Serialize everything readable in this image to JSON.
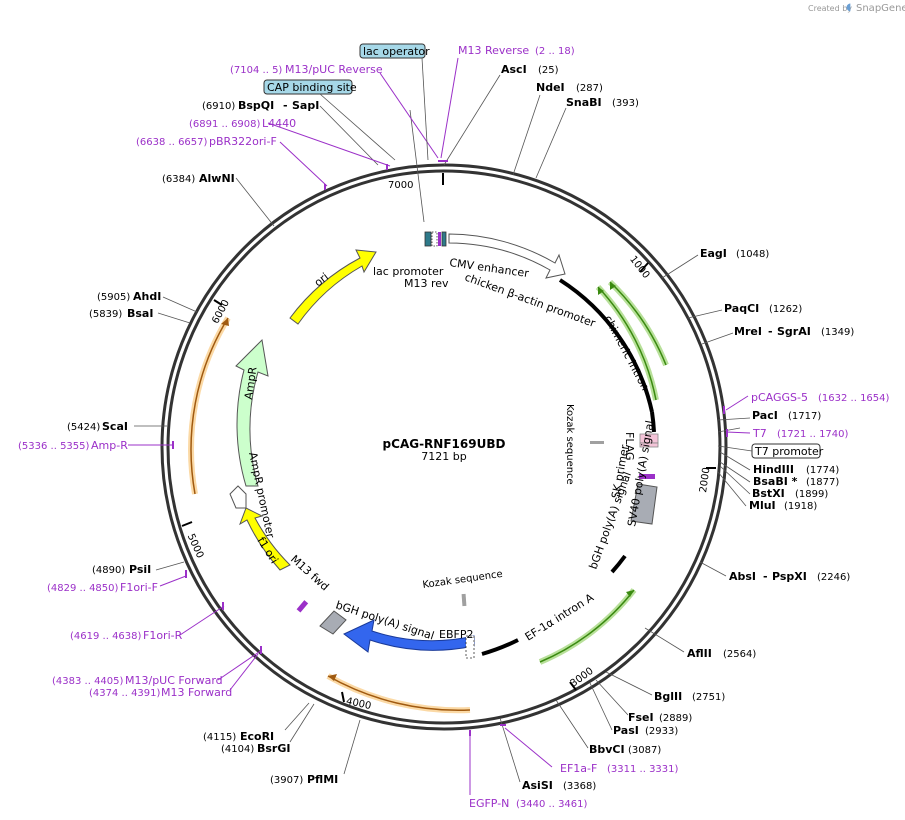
{
  "branding": {
    "created_by": "Created by",
    "product": "SnapGene"
  },
  "plasmid": {
    "name": "pCAG-RNF169UBD",
    "length": "7121 bp"
  },
  "ticks": [
    "1000",
    "2000",
    "3000",
    "4000",
    "5000",
    "6000",
    "7000"
  ],
  "enzymes": {
    "ascI": {
      "name": "AscI",
      "pos": "(25)"
    },
    "ndeI": {
      "name": "NdeI",
      "pos": "(287)"
    },
    "snabi": {
      "name": "SnaBI",
      "pos": "(393)"
    },
    "eagI": {
      "name": "EagI",
      "pos": "(1048)"
    },
    "paqci": {
      "name": "PaqCI",
      "pos": "(1262)"
    },
    "mrei": {
      "name": "MreI",
      "sep": "-",
      "name2": "SgrAI",
      "pos": "(1349)"
    },
    "paci": {
      "name": "PacI",
      "pos": "(1717)"
    },
    "hindiii": {
      "name": "HindIII",
      "pos": "(1774)"
    },
    "bsabi": {
      "name": "BsaBI *",
      "pos": "(1877)"
    },
    "bstxi": {
      "name": "BstXI",
      "pos": "(1899)"
    },
    "mlui": {
      "name": "MluI",
      "pos": "(1918)"
    },
    "absi": {
      "name": "AbsI",
      "sep": "-",
      "name2": "PspXI",
      "pos": "(2246)"
    },
    "aflii": {
      "name": "AflII",
      "pos": "(2564)"
    },
    "bglii": {
      "name": "BglII",
      "pos": "(2751)"
    },
    "fsei": {
      "name": "FseI",
      "pos": "(2889)"
    },
    "pasi": {
      "name": "PasI",
      "pos": "(2933)"
    },
    "bbvci": {
      "name": "BbvCI",
      "pos": "(3087)"
    },
    "asisi": {
      "name": "AsiSI",
      "pos": "(3368)"
    },
    "pflmi": {
      "name": "PflMI",
      "pos": "(3907)"
    },
    "bsrgi": {
      "name": "BsrGI",
      "pos": "(4104)"
    },
    "ecori": {
      "name": "EcoRI",
      "pos": "(4115)"
    },
    "psii": {
      "name": "PsiI",
      "pos": "(4890)"
    },
    "scai": {
      "name": "ScaI",
      "pos": "(5424)"
    },
    "bsai": {
      "name": "BsaI",
      "pos": "(5839)"
    },
    "ahdi": {
      "name": "AhdI",
      "pos": "(5905)"
    },
    "alwni": {
      "name": "AlwNI",
      "pos": "(6384)"
    },
    "bspqi": {
      "name": "BspQI",
      "sep": "-",
      "name2": "SapI",
      "pos": "(6910)"
    }
  },
  "primers": {
    "m13rev": {
      "name": "M13 Reverse",
      "range": "(2 .. 18)"
    },
    "m13puc_rev": {
      "name": "M13/pUC Reverse",
      "range": "(7104 .. 5)"
    },
    "l4440": {
      "name": "L4440",
      "range": "(6891 .. 6908)"
    },
    "pbr322": {
      "name": "pBR322ori-F",
      "range": "(6638 .. 6657)"
    },
    "pcaggs5": {
      "name": "pCAGGS-5",
      "range": "(1632 .. 1654)"
    },
    "t7": {
      "name": "T7",
      "range": "(1721 .. 1740)"
    },
    "ampr": {
      "name": "Amp-R",
      "range": "(5336 .. 5355)"
    },
    "f1ori_f": {
      "name": "F1ori-F",
      "range": "(4829 .. 4850)"
    },
    "f1ori_r": {
      "name": "F1ori-R",
      "range": "(4619 .. 4638)"
    },
    "m13puc_fwd": {
      "name": "M13/pUC Forward",
      "range": "(4383 .. 4405)"
    },
    "m13fwd": {
      "name": "M13 Forward",
      "range": "(4374 .. 4391)"
    },
    "ef1a_f": {
      "name": "EF1a-F",
      "range": "(3311 .. 3331)"
    },
    "egfp_n": {
      "name": "EGFP-N",
      "range": "(3440 .. 3461)"
    }
  },
  "boxes": {
    "lac_operator": "lac operator",
    "cap_site": "CAP binding site",
    "t7_promoter": "T7 promoter"
  },
  "features": {
    "lac_promoter": "lac promoter",
    "m13_rev": "M13 rev",
    "cmv": "CMV enhancer",
    "cba": "chicken β-actin promoter",
    "chimeric": "chimeric intron",
    "kozak1": "Kozak sequence",
    "flag": "FLAG",
    "sk": "SK primer",
    "sv40": "SV40 poly(A) signal",
    "bgh1": "bGH poly(A) signal",
    "ef1a": "EF-1α intron A",
    "kozak2": "Kozak sequence",
    "ebfp2": "EBFP2",
    "bgh2": "bGH poly(A) signal",
    "m13_fwd": "M13 fwd",
    "f1ori": "f1 ori",
    "ampr_prom": "AmpR promoter",
    "ampr": "AmpR",
    "ori": "ori"
  },
  "colors": {
    "ori": "#ffff00",
    "f1ori": "#ffff00",
    "ampr": "#ccffcc",
    "ebfp2": "#3366ee",
    "intron_green": "#66aa22",
    "orange": "#f0a040",
    "primer": "#9b30c8",
    "grey_feat": "#a8acb4"
  }
}
